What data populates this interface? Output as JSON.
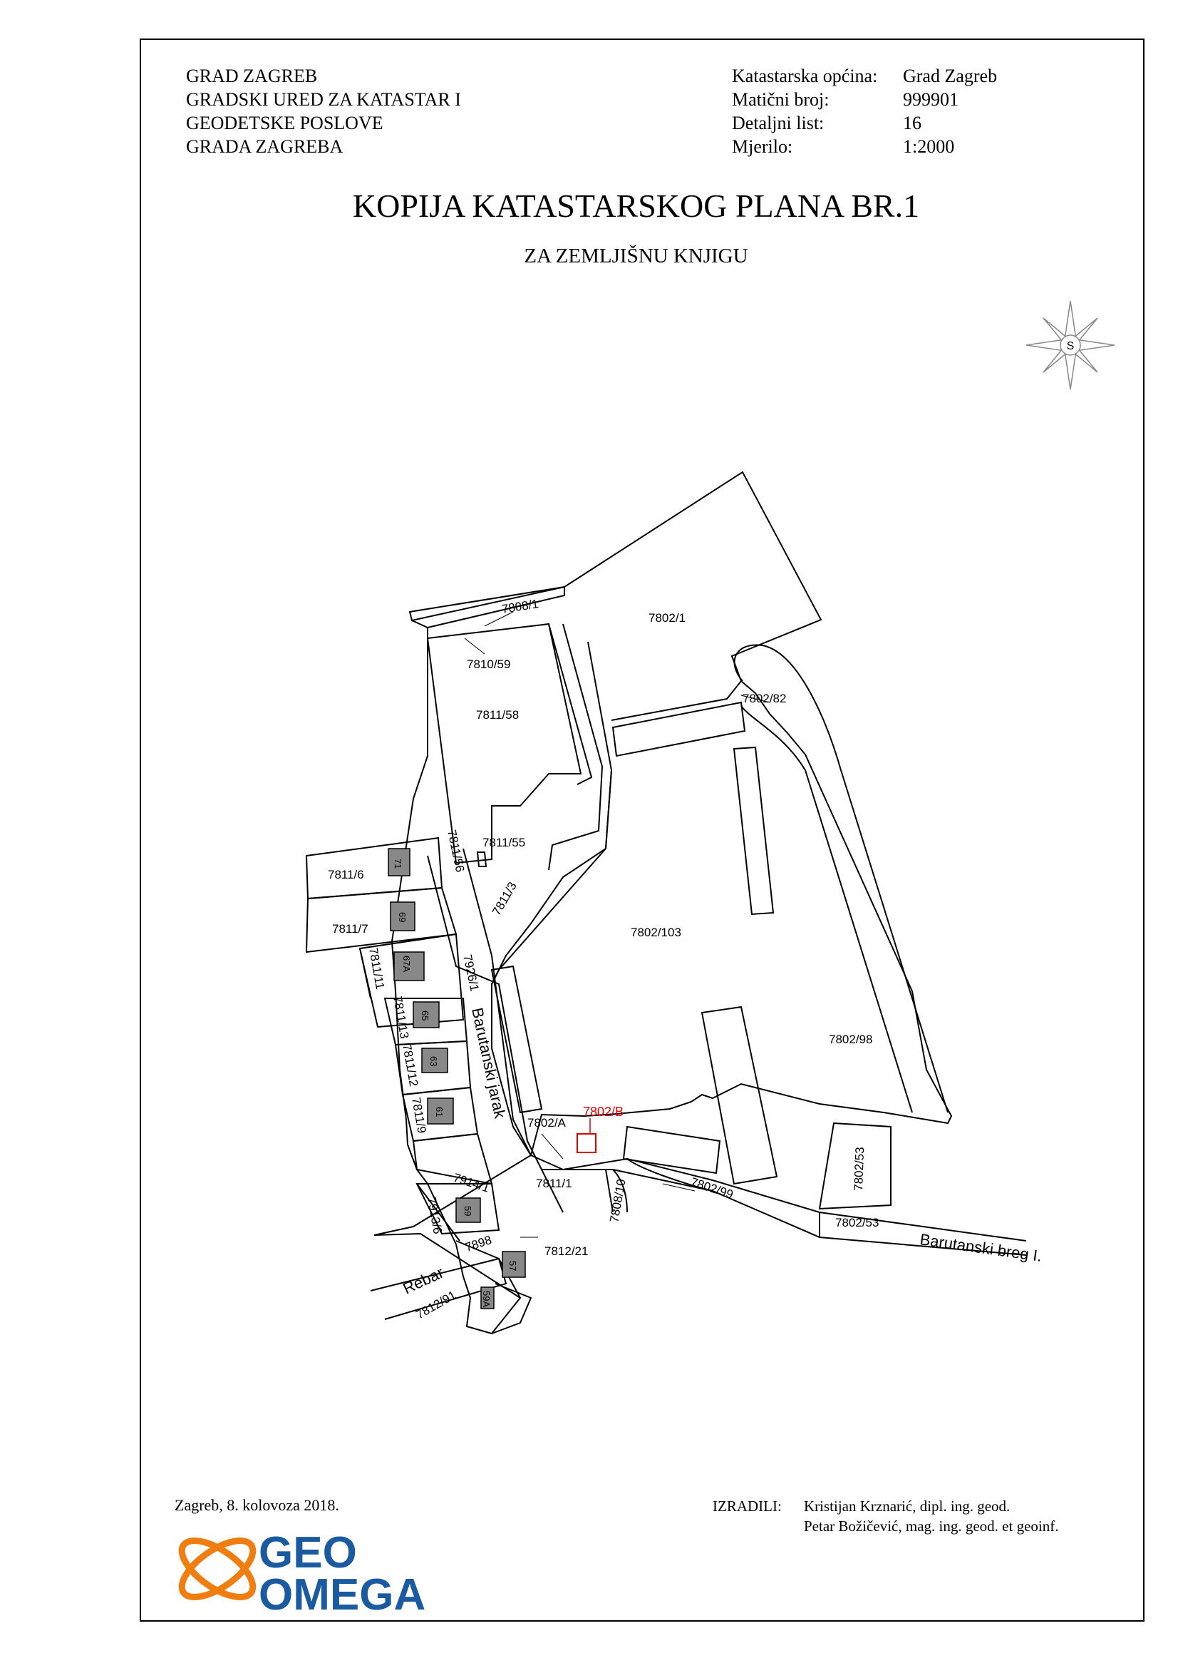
{
  "header": {
    "office_lines": [
      "GRAD ZAGREB",
      "GRADSKI URED ZA KATASTAR I",
      "GEODETSKE POSLOVE",
      "GRADA ZAGREBA"
    ],
    "meta": [
      {
        "label": "Katastarska općina:",
        "value": "Grad Zagreb"
      },
      {
        "label": "Matični broj:",
        "value": "999901"
      },
      {
        "label": "Detaljni list:",
        "value": "16"
      },
      {
        "label": "Mjerilo:",
        "value": "1:2000"
      }
    ],
    "title": "KOPIJA KATASTARSKOG PLANA BR.1",
    "subtitle": "ZA ZEMLJIŠNU KNJIGU"
  },
  "compass": {
    "icon": "compass-rose-icon",
    "letter": "S"
  },
  "map": {
    "parcels": [
      "7808/1",
      "7802/1",
      "7810/59",
      "7811/58",
      "7802/82",
      "7811/55",
      "7811/56",
      "7811/3",
      "7811/6",
      "7811/7",
      "7811/11",
      "7926/1",
      "7811/13",
      "7811/12",
      "7811/9",
      "7802/103",
      "7802/98",
      "7802/A",
      "7811/1",
      "7802/99",
      "7802/53",
      "7802/53",
      "7914/1",
      "7913/6",
      "7898",
      "7812/21",
      "7812/91",
      "7808/10"
    ],
    "selected_parcel": "7802/B",
    "house_numbers": [
      "71",
      "69",
      "67A",
      "65",
      "63",
      "61",
      "59",
      "57",
      "59A"
    ],
    "streets": [
      "Barutanski jarak",
      "Barutanski breg I.",
      "Rebar"
    ],
    "selected_color": "#e00000"
  },
  "footer": {
    "date": "Zagreb, 8. kolovoza 2018.",
    "made_by_label": "IZRADILI:",
    "authors": [
      "Kristijan Krznarić, dipl. ing. geod.",
      "Petar Božičević, mag. ing. geod. et geoinf."
    ]
  },
  "logo": {
    "line1": "GEO",
    "line2": "OMEGA",
    "brand_color": "#1a5aa0",
    "accent_color": "#f07d10"
  }
}
